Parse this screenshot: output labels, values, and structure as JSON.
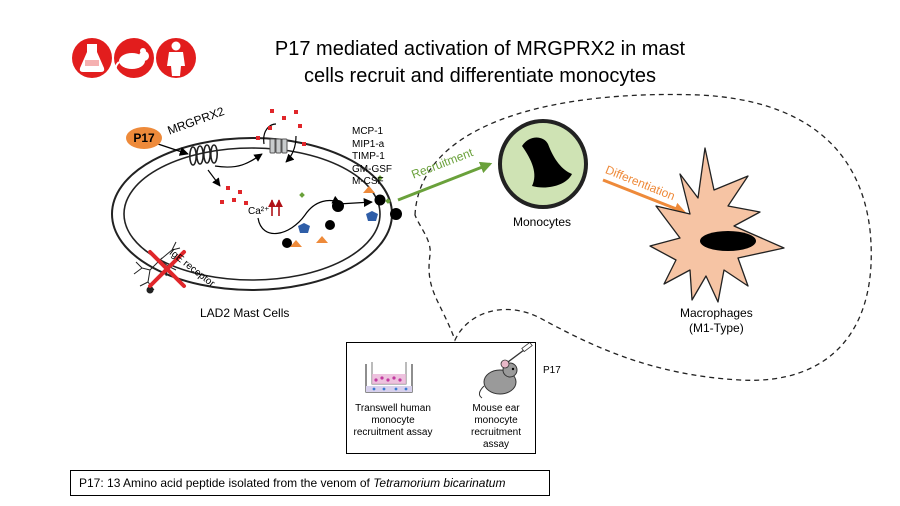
{
  "title": {
    "line1": "P17 mediated activation of MRGPRX2 in mast",
    "line2": "cells recruit and differentiate monocytes"
  },
  "icons": [
    "flask-icon",
    "mouse-icon",
    "human-icon"
  ],
  "colors": {
    "icon_red": "#e21d1d",
    "granule_red": "#e0262a",
    "recruitment_green": "#6aa13b",
    "differentiation_orange": "#ee8a3a",
    "monocyte_fill": "#cfe3b4",
    "macrophage_fill": "#f6c4a4",
    "cytokine_blue": "#2f5ea8"
  },
  "mast_cell": {
    "p17_label": "P17",
    "receptor_label": "MRGPRX2",
    "calcium_label": "Ca²⁺",
    "ige_label": "IgE receptor",
    "cell_label": "LAD2 Mast Cells"
  },
  "cytokines": [
    "MCP-1",
    "MIP1-a",
    "TIMP-1",
    "GM-GSF",
    "M-CSF"
  ],
  "arrows": {
    "recruitment": "Recruitment",
    "differentiation": "Differentiation"
  },
  "monocyte_label": "Monocytes",
  "macrophage_label": {
    "line1": "Macrophages",
    "line2": "(M1-Type)"
  },
  "assay": {
    "transwell": [
      "Transwell human",
      "monocyte",
      "recruitment assay"
    ],
    "mouse": [
      "Mouse ear",
      "monocyte",
      "recruitment",
      "assay"
    ],
    "p17_label": "P17"
  },
  "footnote": {
    "text": "P17: 13 Amino acid peptide isolated from the venom of ",
    "species": "Tetramorium bicarinatum"
  }
}
